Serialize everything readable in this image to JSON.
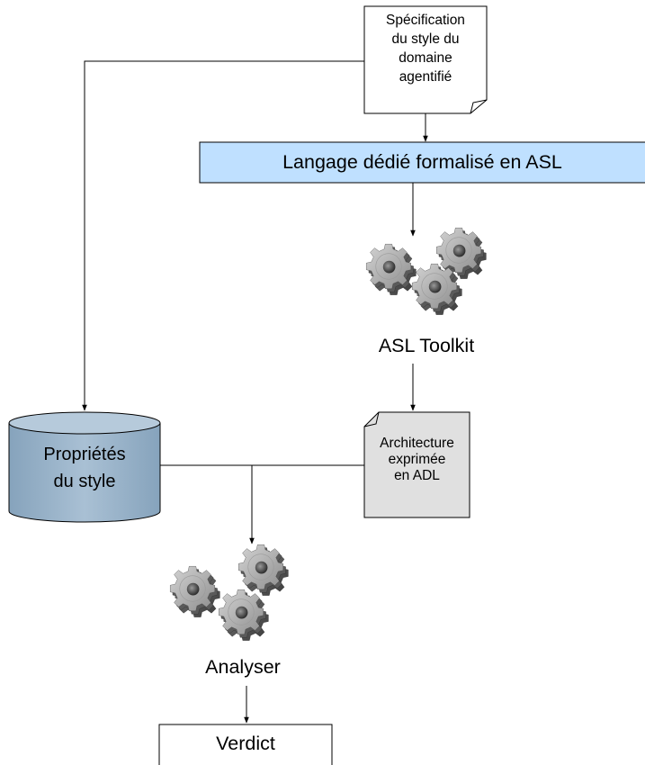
{
  "diagram": {
    "specification": {
      "lines": [
        "Spécification",
        "du style du",
        "domaine",
        "agentifié"
      ]
    },
    "dsl_bar": {
      "label": "Langage dédié formalisé en ASL",
      "fill": "#bfe0ff"
    },
    "toolkit": {
      "label": "ASL Toolkit"
    },
    "properties_db": {
      "lines": [
        "Propriétés",
        "du style"
      ],
      "fill": "#9cb6cc"
    },
    "architecture_doc": {
      "lines": [
        "Architecture",
        "exprimée",
        "en ADL"
      ],
      "fill": "#e0e0e0"
    },
    "analyser": {
      "label": "Analyser"
    },
    "verdict": {
      "label": "Verdict"
    }
  }
}
